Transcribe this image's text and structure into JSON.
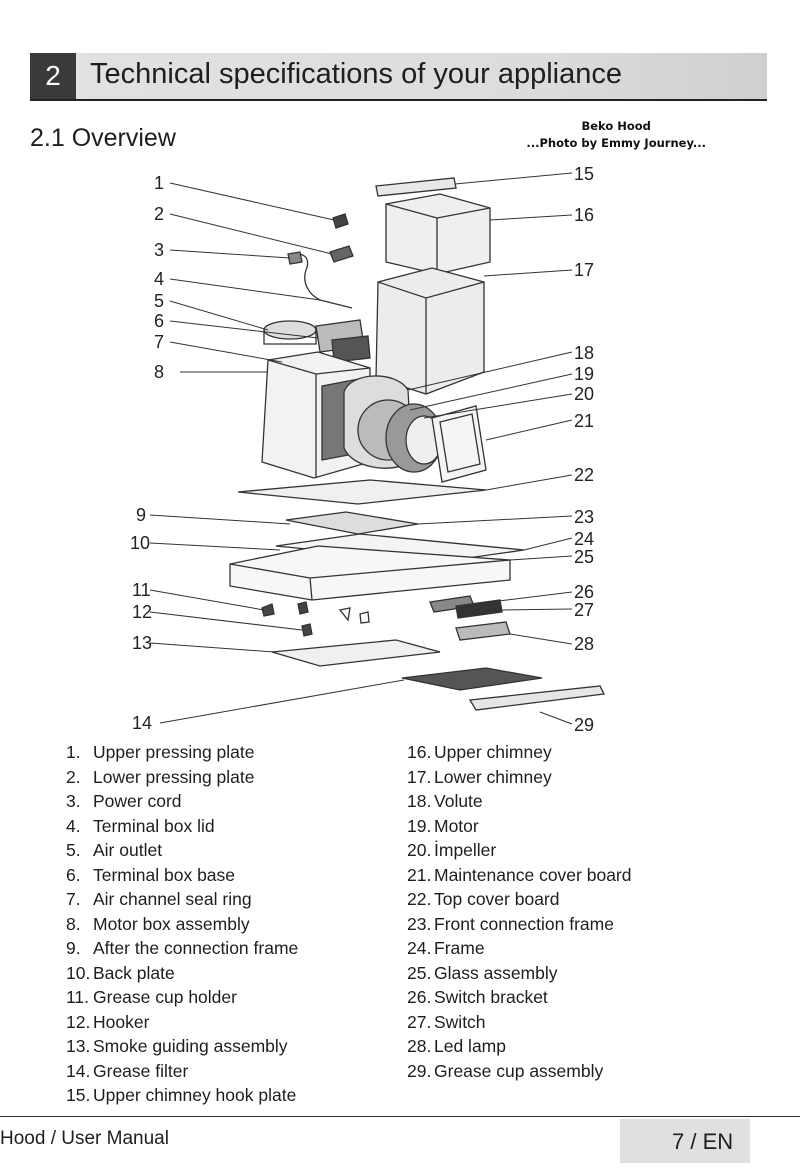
{
  "header": {
    "chapter_number": "2",
    "chapter_title": "Technical specifications of your appliance"
  },
  "section": {
    "title": "2.1 Overview"
  },
  "credit": {
    "line1": "Beko Hood",
    "line2": "...Photo by Emmy Journey..."
  },
  "diagram": {
    "callouts_left": [
      "1",
      "2",
      "3",
      "4",
      "5",
      "6",
      "7",
      "8",
      "9",
      "10",
      "11",
      "12",
      "13",
      "14"
    ],
    "callouts_right": [
      "15",
      "16",
      "17",
      "18",
      "19",
      "20",
      "21",
      "22",
      "23",
      "24",
      "25",
      "26",
      "27",
      "28",
      "29"
    ]
  },
  "parts": [
    {
      "n": "1.",
      "name": "Upper pressing plate"
    },
    {
      "n": "2.",
      "name": "Lower pressing plate"
    },
    {
      "n": "3.",
      "name": "Power cord"
    },
    {
      "n": "4.",
      "name": "Terminal box lid"
    },
    {
      "n": "5.",
      "name": "Air outlet"
    },
    {
      "n": "6.",
      "name": "Terminal box base"
    },
    {
      "n": "7.",
      "name": "Air channel seal ring"
    },
    {
      "n": "8.",
      "name": "Motor box assembly"
    },
    {
      "n": "9.",
      "name": "After the connection frame"
    },
    {
      "n": "10.",
      "name": "Back plate"
    },
    {
      "n": "11.",
      "name": "Grease cup holder"
    },
    {
      "n": "12.",
      "name": "Hooker"
    },
    {
      "n": "13.",
      "name": "Smoke guiding assembly"
    },
    {
      "n": "14.",
      "name": "Grease filter"
    },
    {
      "n": "15.",
      "name": "Upper chimney hook plate"
    },
    {
      "n": "16.",
      "name": "Upper chimney"
    },
    {
      "n": "17.",
      "name": "Lower chimney"
    },
    {
      "n": "18.",
      "name": "Volute"
    },
    {
      "n": "19.",
      "name": "Motor"
    },
    {
      "n": "20.",
      "name": "İmpeller"
    },
    {
      "n": "21.",
      "name": "Maintenance cover board"
    },
    {
      "n": "22.",
      "name": "Top cover board"
    },
    {
      "n": "23.",
      "name": "Front connection frame"
    },
    {
      "n": "24.",
      "name": "Frame"
    },
    {
      "n": "25.",
      "name": "Glass assembly"
    },
    {
      "n": "26.",
      "name": "Switch bracket"
    },
    {
      "n": "27.",
      "name": "Switch"
    },
    {
      "n": "28.",
      "name": "Led lamp"
    },
    {
      "n": "29.",
      "name": "Grease cup assembly"
    }
  ],
  "footer": {
    "left": "Hood / User Manual",
    "page": "7 / EN"
  }
}
